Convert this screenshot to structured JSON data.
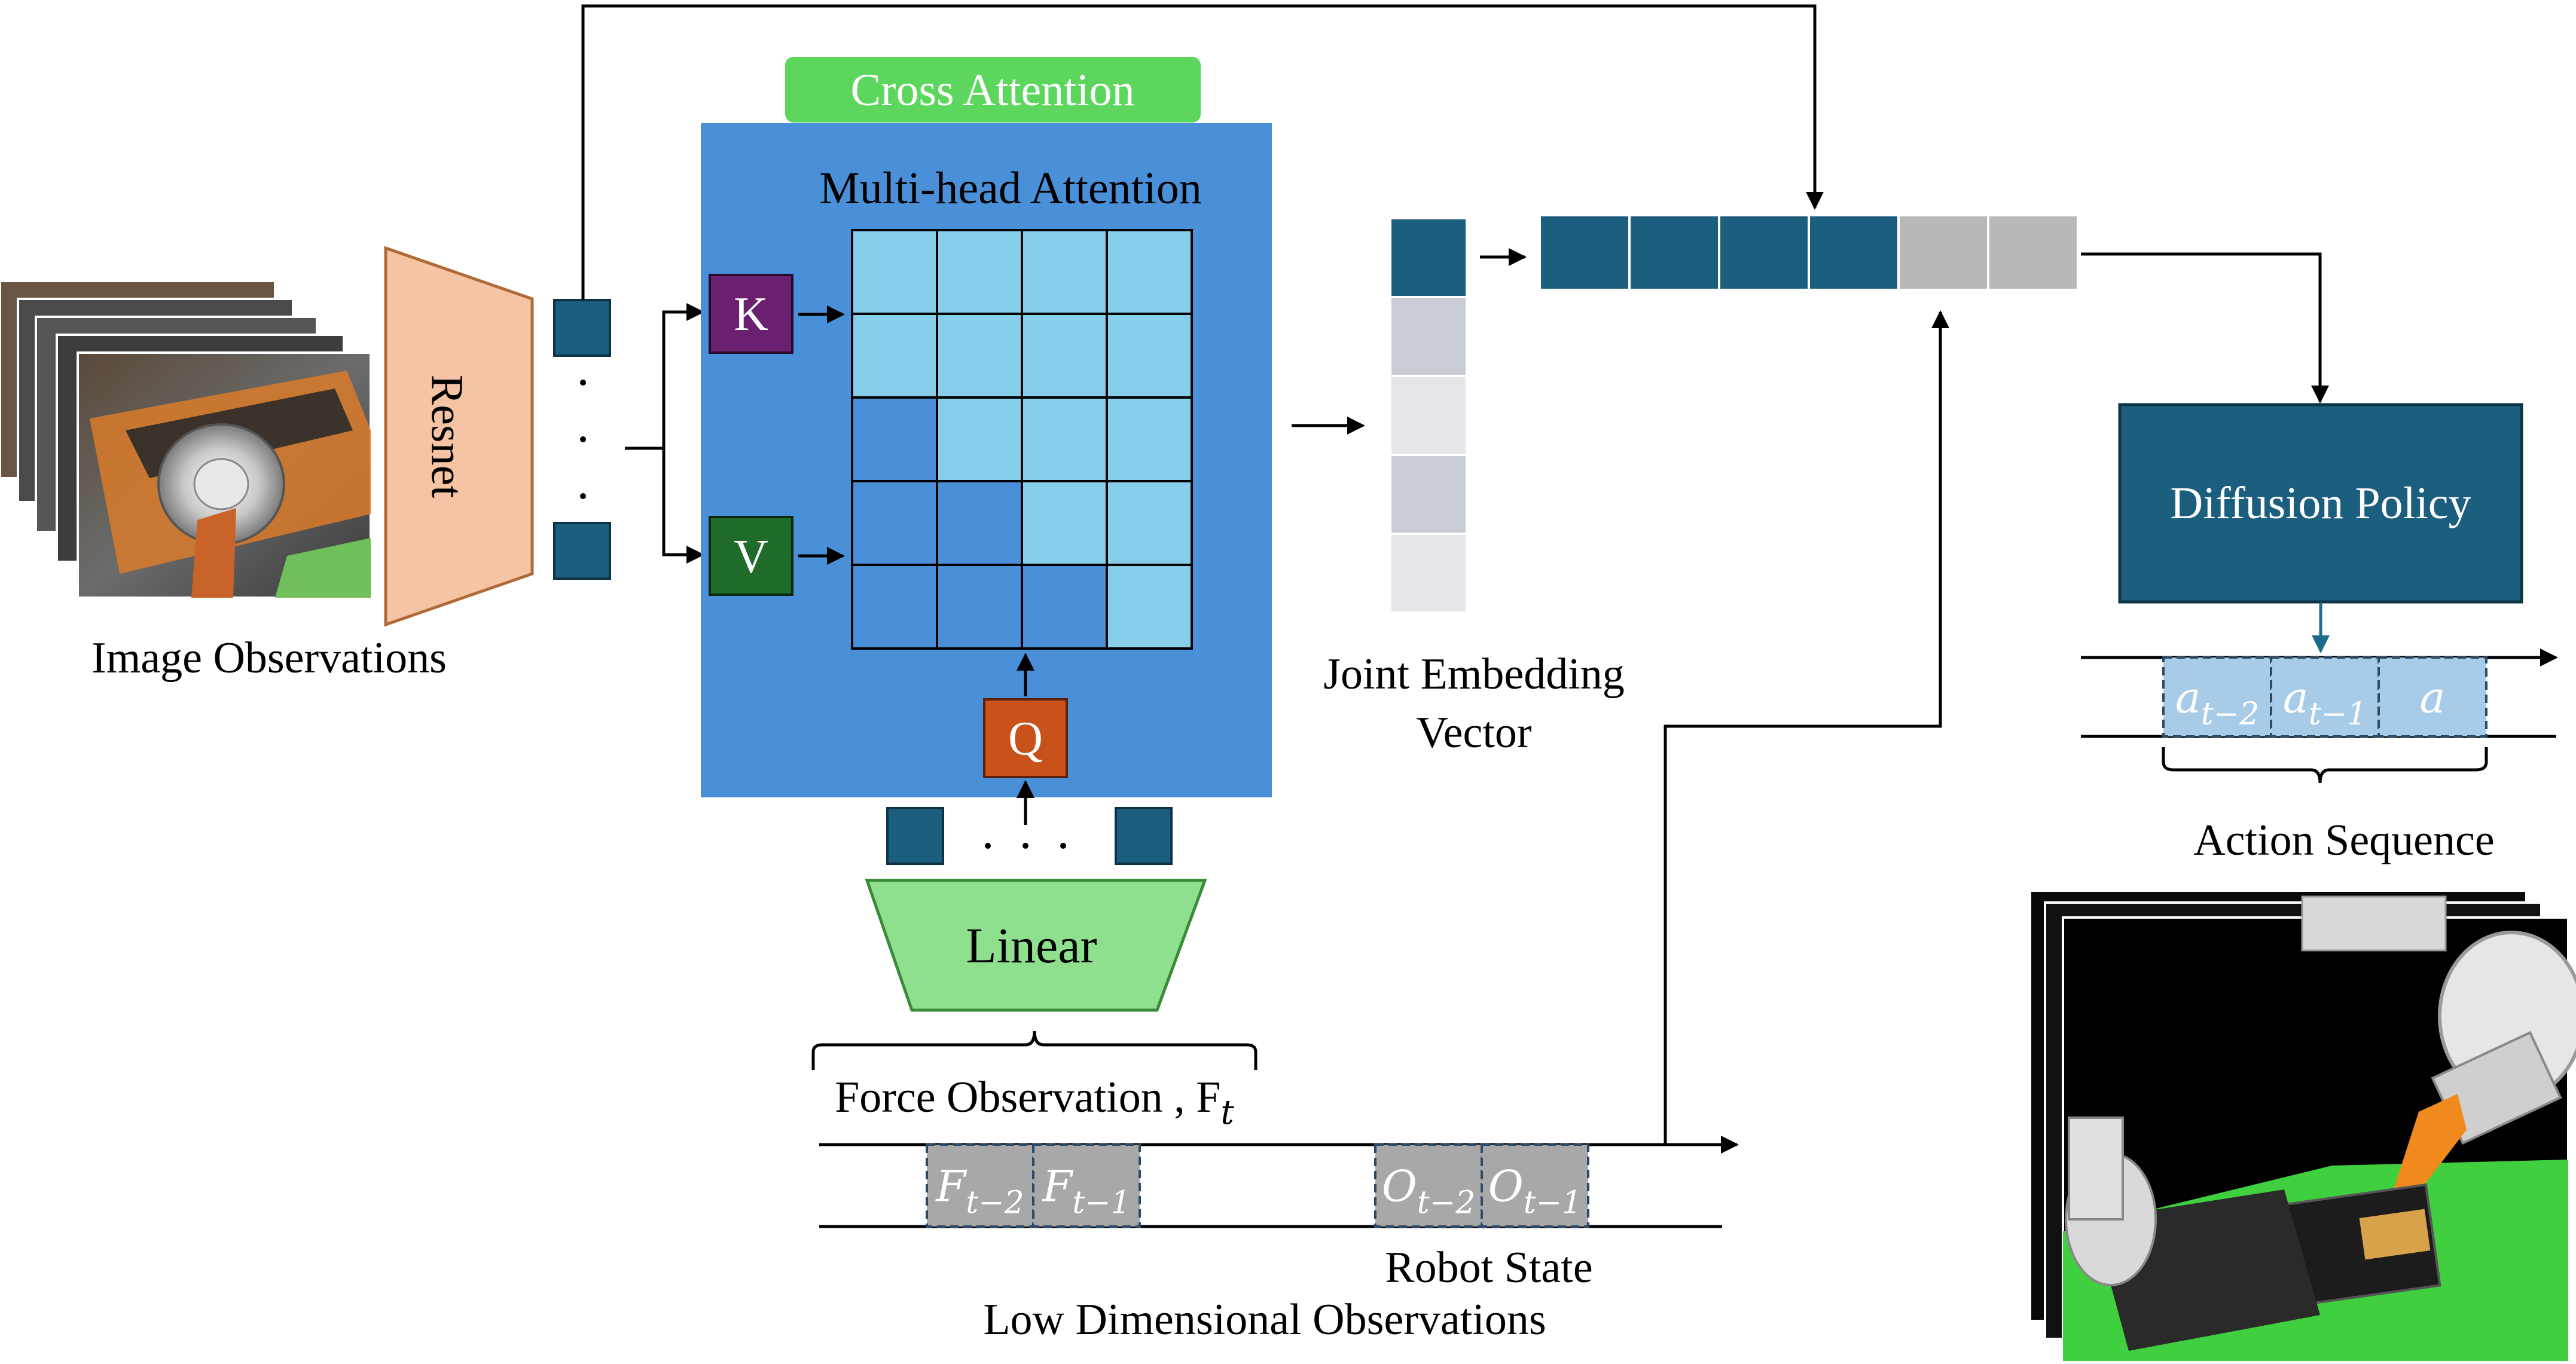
{
  "labels": {
    "image_observations": "Image Observations",
    "resnet": "Resnet",
    "cross_attention": "Cross Attention",
    "multi_head_attention": "Multi-head Attention",
    "key": "K",
    "value": "V",
    "query": "Q",
    "linear": "Linear",
    "force_observation": "Force Observation , F",
    "force_observation_sub": "t",
    "joint_embedding_line1": "Joint Embedding",
    "joint_embedding_line2": "Vector",
    "diffusion_policy": "Diffusion Policy",
    "action_sequence": "Action Sequence",
    "robot_state": "Robot State",
    "low_dim_observations": "Low Dimensional Observations"
  },
  "timeline_force": [
    {
      "base": "F",
      "sub": "t−2"
    },
    {
      "base": "F",
      "sub": "t−1"
    }
  ],
  "timeline_state": [
    {
      "base": "O",
      "sub": "t−2"
    },
    {
      "base": "O",
      "sub": "t−1"
    }
  ],
  "timeline_action": [
    {
      "base": "a",
      "sub": "t−2"
    },
    {
      "base": "a",
      "sub": "t−1"
    },
    {
      "base": "a",
      "sub": ""
    }
  ],
  "attention_matrix": [
    [
      1,
      1,
      1,
      1
    ],
    [
      1,
      1,
      1,
      1
    ],
    [
      0,
      1,
      1,
      1
    ],
    [
      0,
      0,
      1,
      1
    ],
    [
      0,
      0,
      0,
      1
    ]
  ],
  "joint_vector_cells": [
    "dark",
    "gray",
    "light",
    "gray",
    "light"
  ],
  "concat_vector_cells": [
    "dark",
    "dark",
    "dark",
    "dark",
    "gray",
    "gray"
  ],
  "colors": {
    "teal_dark": "#1b5e7e",
    "attention_bg": "#4a90d9",
    "attention_light": "#87ceeb",
    "cross_attention_green": "#5cd65c",
    "key_purple": "#6b2070",
    "value_green": "#1e6b2a",
    "query_orange": "#c9521a",
    "resnet_peach": "#f5c4a4",
    "linear_green": "#8ee08e",
    "gray": "#b8b8b8",
    "timeline_gray": "#a8a8a8",
    "action_blue": "#a8cce8"
  }
}
